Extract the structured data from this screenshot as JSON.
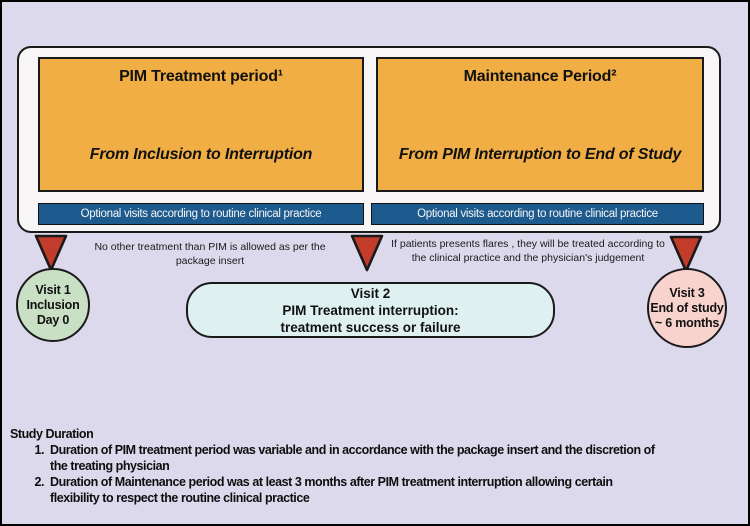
{
  "figure": {
    "periods": [
      {
        "title": "PIM Treatment period¹",
        "subtitle": "From Inclusion to Interruption",
        "bar": "Optional visits according to routine clinical practice"
      },
      {
        "title": "Maintenance Period²",
        "subtitle": "From PIM Interruption to End of Study",
        "bar": "Optional visits according to routine clinical practice"
      }
    ],
    "annotations": [
      {
        "lines": [
          "No other treatment than PIM is allowed as per the",
          "package insert"
        ]
      },
      {
        "lines": [
          "If patients presents flares , they will be treated according to",
          "the clinical practice and the physician's judgement"
        ]
      }
    ],
    "visits": [
      {
        "lines": [
          "Visit 1",
          "Inclusion",
          "Day 0"
        ]
      },
      {
        "lines": [
          "Visit 2",
          "PIM Treatment interruption:",
          "treatment success or failure"
        ]
      },
      {
        "lines": [
          "Visit 3",
          "End of study",
          "~ 6 months"
        ]
      }
    ],
    "study_duration": {
      "heading": "Study Duration",
      "items": [
        {
          "number": "1.",
          "lines": [
            "Duration of PIM treatment period was variable and in accordance with the package insert and the discretion of",
            "the treating physician"
          ]
        },
        {
          "number": "2.",
          "lines": [
            "Duration of Maintenance period was at least 3 months after PIM treatment interruption allowing certain",
            "flexibility to respect the routine clinical practice"
          ]
        }
      ]
    },
    "colors": {
      "background": "#dcd9ec",
      "panel": "#f8f5f6",
      "period_box": "#f0ae44",
      "optional_bar": "#1d5a8e",
      "arrow": "#c23b2b",
      "visit1_circle": "#c9e0c4",
      "visit2_pill": "#def1f0",
      "visit3_circle": "#f8d3cd",
      "outline": "#1a1a1a"
    }
  }
}
